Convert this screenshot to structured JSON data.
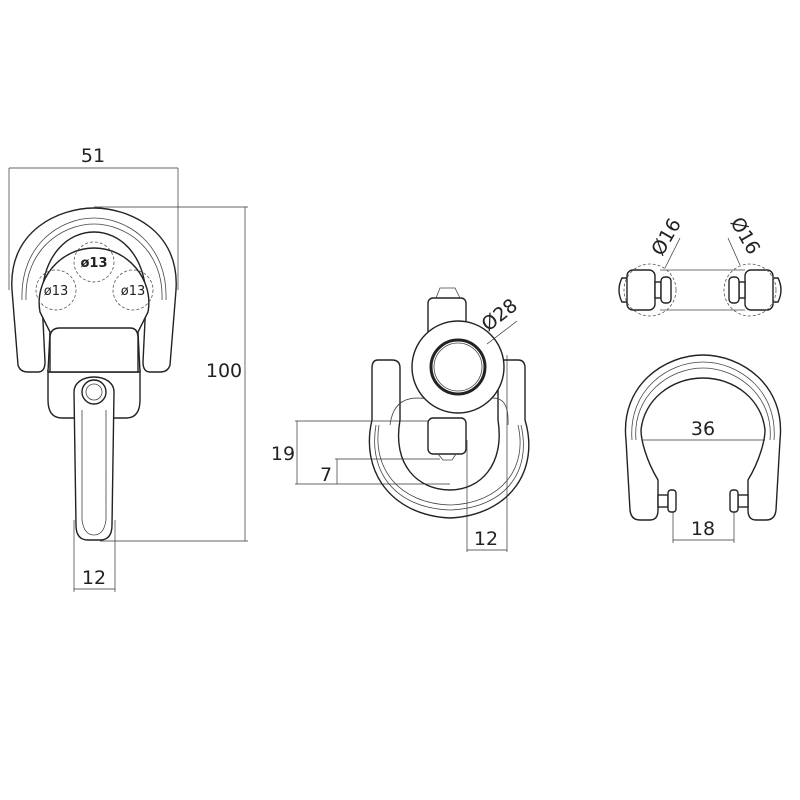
{
  "views": {
    "front": {
      "width_label": "51",
      "height_label": "100",
      "hook_width_label": "12",
      "hole_labels": [
        "ø13",
        "ø13",
        "ø13"
      ]
    },
    "side": {
      "ring_diameter_label": "Ø28",
      "offset_19_label": "19",
      "offset_7_label": "7",
      "pin_width_label": "12"
    },
    "top": {
      "left_pin_diameter_label": "Ø16",
      "right_pin_diameter_label": "Ø16"
    },
    "shackle": {
      "inner_width_label": "36",
      "pin_gap_label": "18"
    }
  }
}
